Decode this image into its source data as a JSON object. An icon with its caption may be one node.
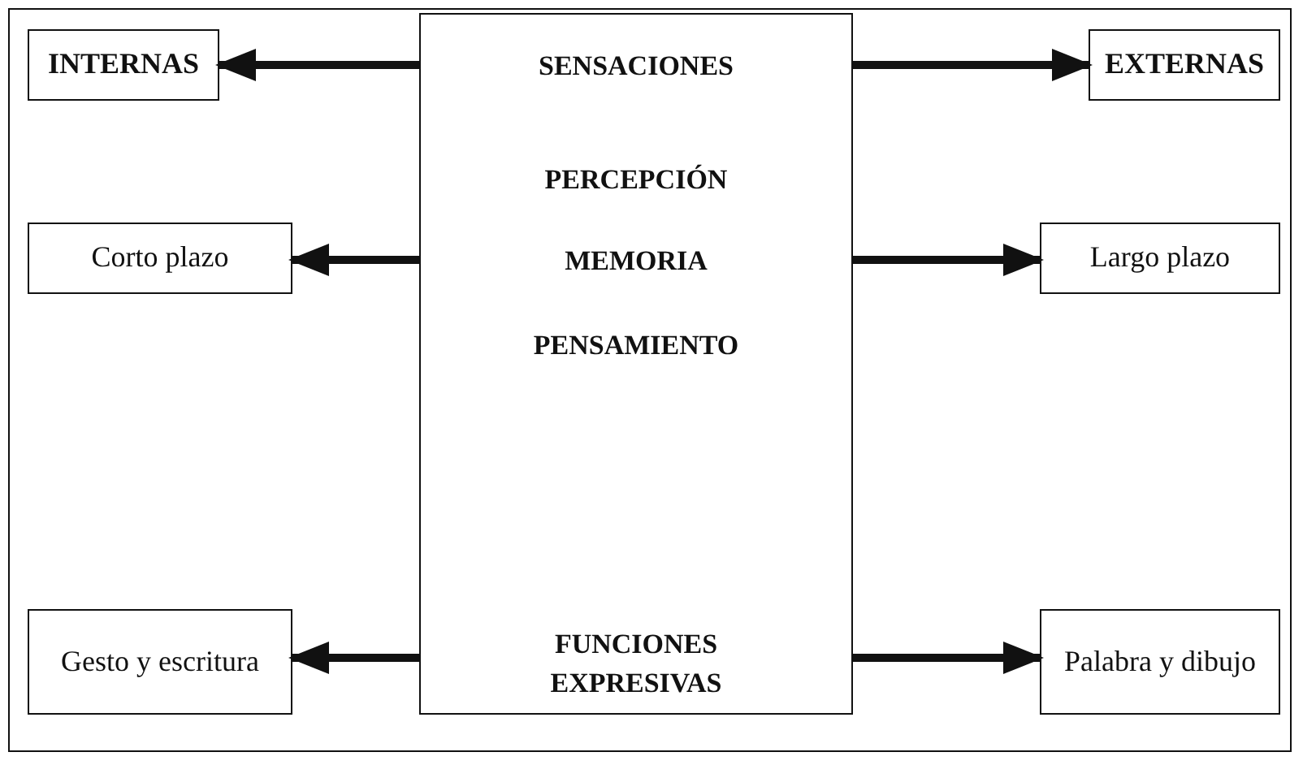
{
  "diagram": {
    "nodes": [
      {
        "text": [
          "INTERNAS"
        ]
      },
      {
        "text": [
          "SENSACIONES",
          "PERCEPCIÓN",
          "MEMORIA",
          "PENSAMIENTO",
          "FUNCIONES EXPRESIVAS"
        ]
      },
      {
        "text": [
          "EXTERNAS"
        ]
      },
      {
        "text": [
          "Corto plazo"
        ]
      },
      {
        "text": [
          "Largo plazo"
        ]
      },
      {
        "text": [
          "Gesto y escritura"
        ]
      },
      {
        "text": [
          "Palabra y dibujo"
        ]
      }
    ],
    "edges": [
      {
        "from": 1,
        "to": 0,
        "arrow": "to"
      },
      {
        "from": 1,
        "to": 2,
        "arrow": "to"
      },
      {
        "from": 1,
        "to": 3,
        "arrow": "to"
      },
      {
        "from": 1,
        "to": 4,
        "arrow": "to"
      },
      {
        "from": 1,
        "to": 5,
        "arrow": "to"
      },
      {
        "from": 1,
        "to": 6,
        "arrow": "to"
      }
    ]
  }
}
